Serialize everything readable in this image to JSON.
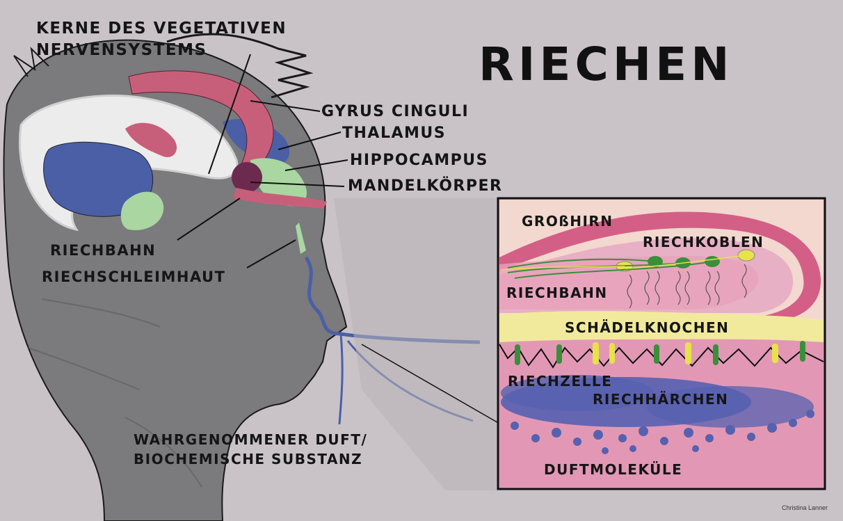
{
  "title": "RIECHEN",
  "credit": "Christina Lanner",
  "head_labels": {
    "autonomic_nuclei_line1": "KERNE DES VEGETATIVEN",
    "autonomic_nuclei_line2": "NERVENSYSTEMS",
    "gyrus_cinguli": "GYRUS CINGULI",
    "thalamus": "THALAMUS",
    "hippocampus": "HIPPOCAMPUS",
    "mandelkoerper": "MANDELKÖRPER",
    "riechbahn": "RIECHBAHN",
    "riechschleimhaut": "RIECHSCHLEIMHAUT",
    "scent_line1": "WAHRGENOMMENER DUFT/",
    "scent_line2": "BIOCHEMISCHE SUBSTANZ"
  },
  "detail_labels": {
    "grosshirn": "GROßHIRN",
    "riechkolben": "RIECHKOBLEN",
    "riechbahn": "RIECHBAHN",
    "schaedelknochen": "SCHÄDELKNOCHEN",
    "riechzelle": "RIECHZELLE",
    "riechhaerchen": "RIECHHÄRCHEN",
    "duftmolekuele": "DUFTMOLEKÜLE"
  },
  "colors": {
    "background": "#c9c3c8",
    "head": "#7b7a7d",
    "cingulate": "#c85f7a",
    "thalamus": "#4a5fa6",
    "hippocampus": "#a9d6a1",
    "amygdala": "#6b2a4e",
    "bone": "#f1ea9c",
    "mucosa": "#e298b4",
    "brain_tissue": "#f2d8cf"
  }
}
